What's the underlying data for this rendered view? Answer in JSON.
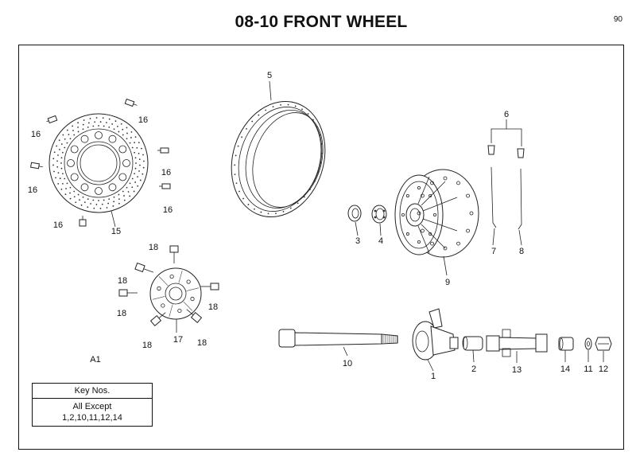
{
  "title": "08-10 FRONT WHEEL",
  "page_number": "90",
  "legend": {
    "label": "A1",
    "header": "Key Nos.",
    "line1": "All Except",
    "line2": "1,2,10,11,12,14"
  },
  "callouts": {
    "c1": "1",
    "c2": "2",
    "c3": "3",
    "c4": "4",
    "c5": "5",
    "c6": "6",
    "c7": "7",
    "c8": "8",
    "c9": "9",
    "c10": "10",
    "c11": "11",
    "c12": "12",
    "c13": "13",
    "c14": "14",
    "c15": "15",
    "c16a": "16",
    "c16b": "16",
    "c16c": "16",
    "c16d": "16",
    "c16e": "16",
    "c16f": "16",
    "c17": "17",
    "c18a": "18",
    "c18b": "18",
    "c18c": "18",
    "c18d": "18",
    "c18e": "18",
    "c18f": "18"
  }
}
